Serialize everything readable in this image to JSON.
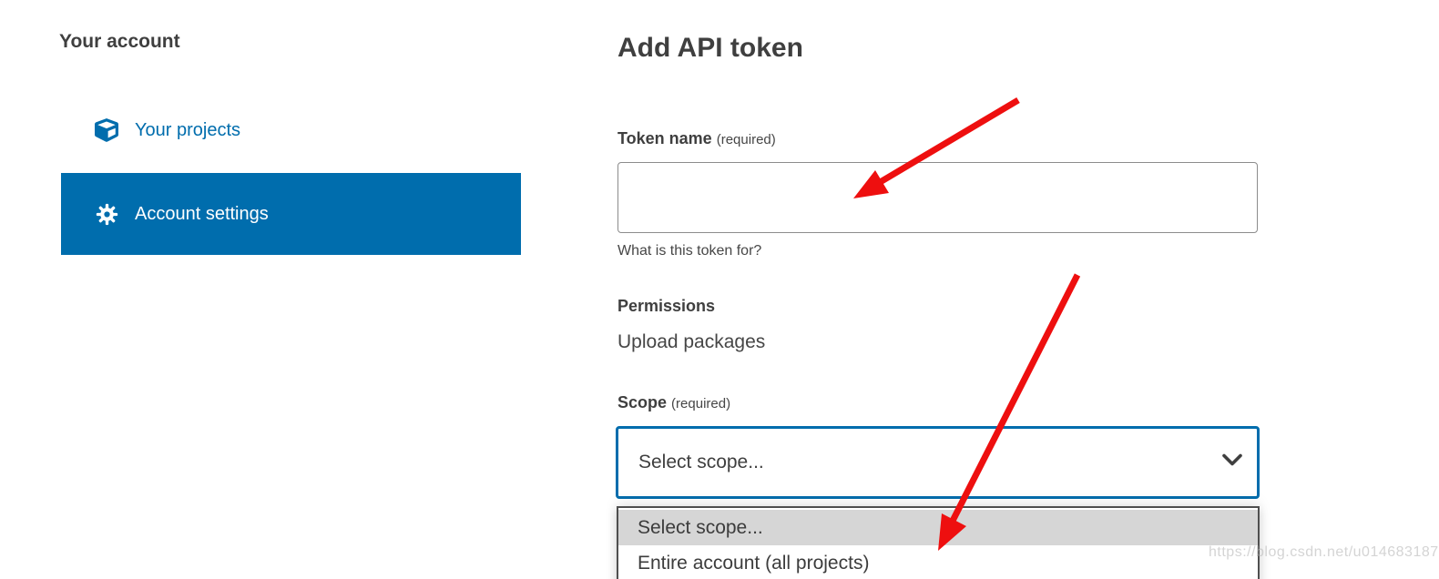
{
  "sidebar": {
    "title": "Your account",
    "items": [
      {
        "label": "Your projects",
        "icon": "cube-icon",
        "active": false
      },
      {
        "label": "Account settings",
        "icon": "gear-icon",
        "active": true
      }
    ]
  },
  "main": {
    "title": "Add API token",
    "token_name": {
      "label": "Token name",
      "required_note": "(required)",
      "value": "",
      "helper": "What is this token for?"
    },
    "permissions": {
      "label": "Permissions",
      "value": "Upload packages"
    },
    "scope": {
      "label": "Scope",
      "required_note": "(required)",
      "selected": "Select scope...",
      "options": [
        "Select scope...",
        "Entire account (all projects)"
      ]
    }
  },
  "annotations": {
    "arrow_color": "#ee0f0f",
    "arrow_count": "2"
  },
  "watermark": "https://blog.csdn.net/u014683187",
  "colors": {
    "primary_blue": "#006dad",
    "text_dark": "#464646",
    "input_border": "#8c8c8c",
    "dropdown_border": "#4f4f4f",
    "option_selected_bg": "#d6d6d6"
  }
}
